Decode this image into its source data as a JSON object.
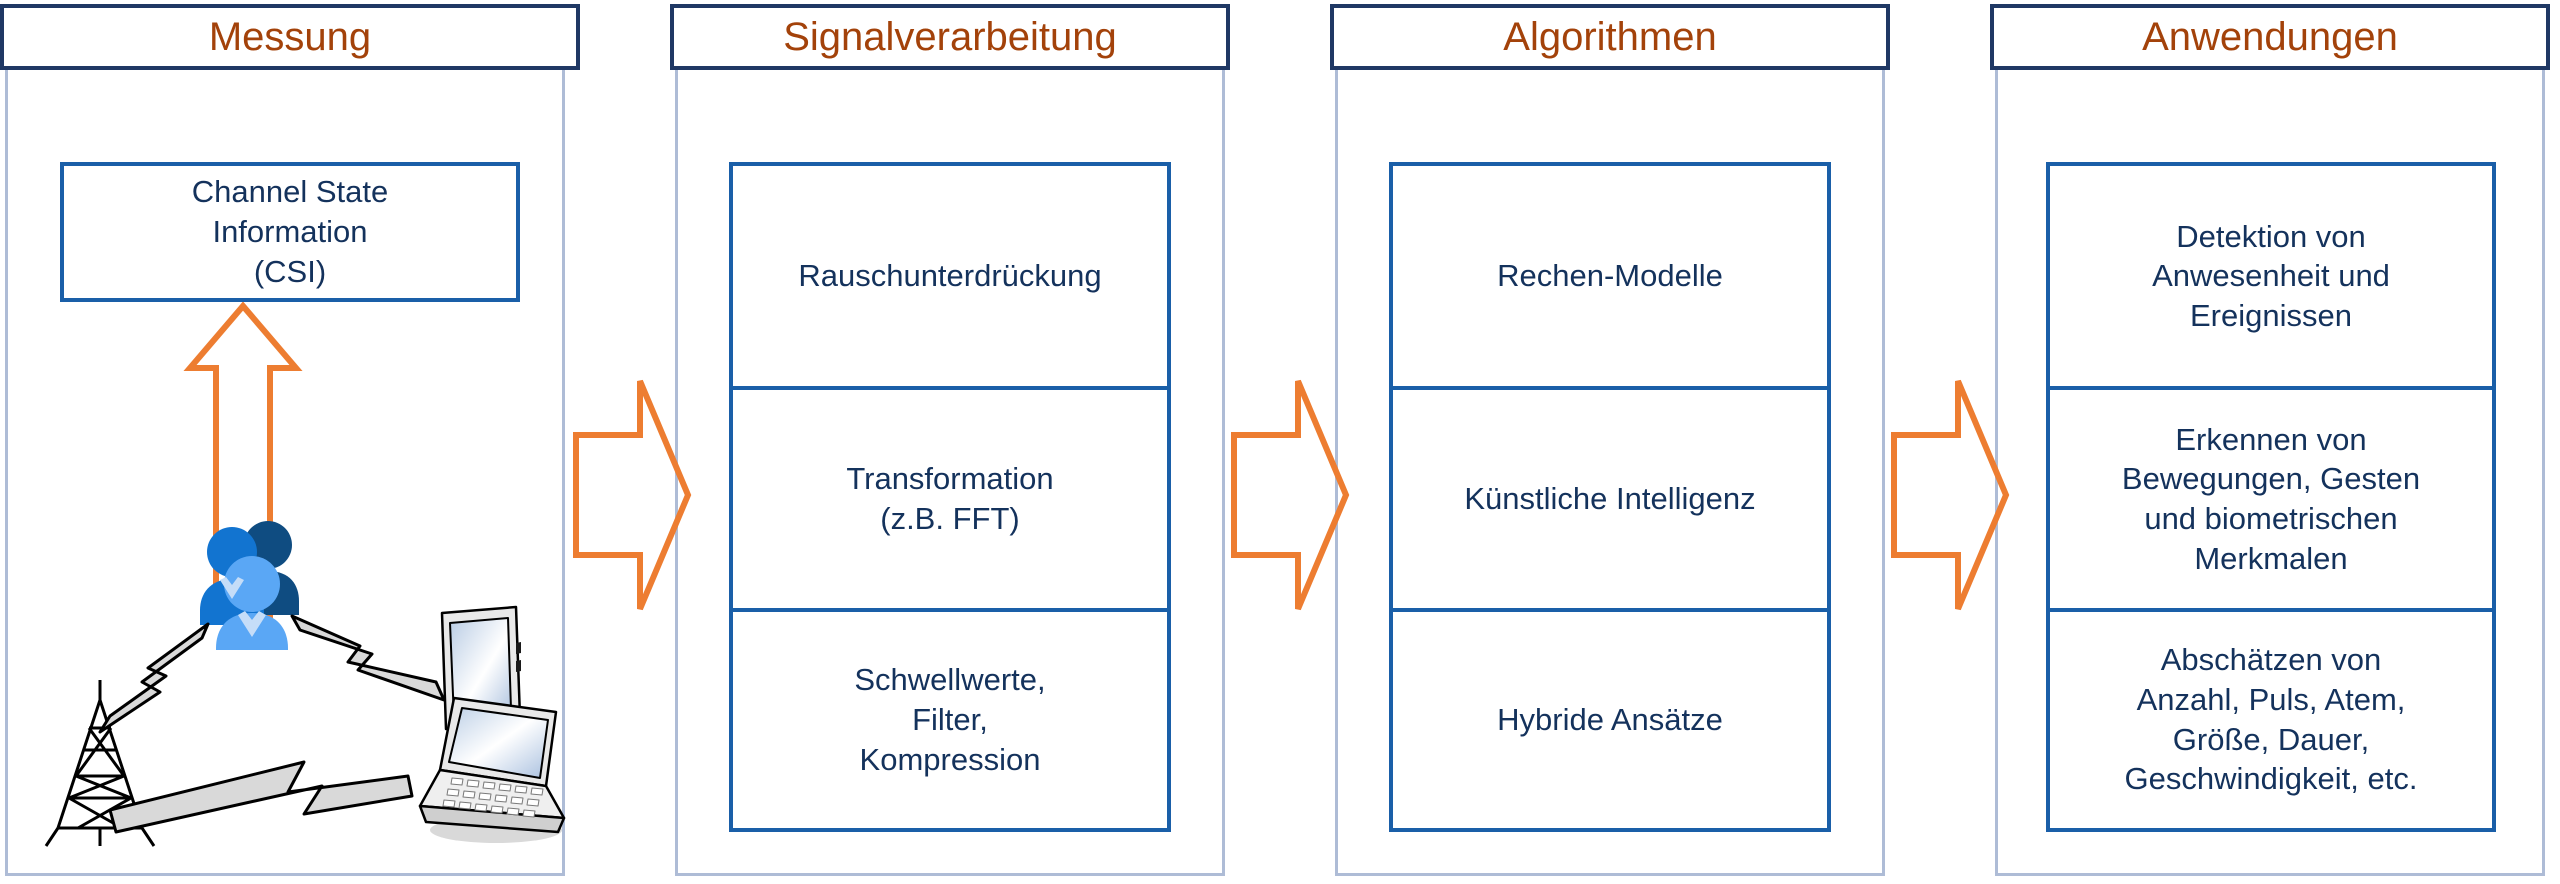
{
  "diagram": {
    "title_colors": {
      "header_text": "#a3420a",
      "header_border": "#1f3864",
      "box_border": "#1a5fa8",
      "box_text": "#14325c",
      "column_frame": "#aebcd6",
      "arrow": "#ed7d31"
    },
    "columns": [
      {
        "header": "Messung",
        "single_box": "Channel State\nInformation\n(CSI)",
        "single_box_lines": [
          "Channel State",
          "Information",
          "(CSI)"
        ],
        "illustration": {
          "up_arrow_icon": "up-arrow-icon",
          "antenna_icon": "antenna-tower-icon",
          "people_icon": "people-group-icon",
          "laptop_icon": "laptop-icon",
          "tablet_icon": "tablet-icon",
          "signal_icons": [
            "lightning-signal-icon",
            "lightning-signal-icon",
            "lightning-signal-icon"
          ]
        }
      },
      {
        "header": "Signalverarbeitung",
        "items": [
          {
            "lines": [
              "Rauschunterdrückung"
            ]
          },
          {
            "lines": [
              "Transformation",
              "(z.B. FFT)"
            ]
          },
          {
            "lines": [
              "Schwellwerte,",
              "Filter,",
              "Kompression"
            ]
          }
        ]
      },
      {
        "header": "Algorithmen",
        "items": [
          {
            "lines": [
              "Rechen-Modelle"
            ]
          },
          {
            "lines": [
              "Künstliche Intelligenz"
            ]
          },
          {
            "lines": [
              "Hybride Ansätze"
            ]
          }
        ]
      },
      {
        "header": "Anwendungen",
        "items": [
          {
            "lines": [
              "Detektion von",
              "Anwesenheit und",
              "Ereignissen"
            ]
          },
          {
            "lines": [
              "Erkennen von",
              "Bewegungen, Gesten",
              "und biometrischen",
              "Merkmalen"
            ]
          },
          {
            "lines": [
              "Abschätzen von",
              "Anzahl, Puls, Atem,",
              "Größe, Dauer,",
              "Geschwindigkeit, etc."
            ]
          }
        ]
      }
    ],
    "flow_arrows": [
      {
        "name": "arrow-messung-to-signalverarbeitung"
      },
      {
        "name": "arrow-signalverarbeitung-to-algorithmen"
      },
      {
        "name": "arrow-algorithmen-to-anwendungen"
      }
    ]
  }
}
